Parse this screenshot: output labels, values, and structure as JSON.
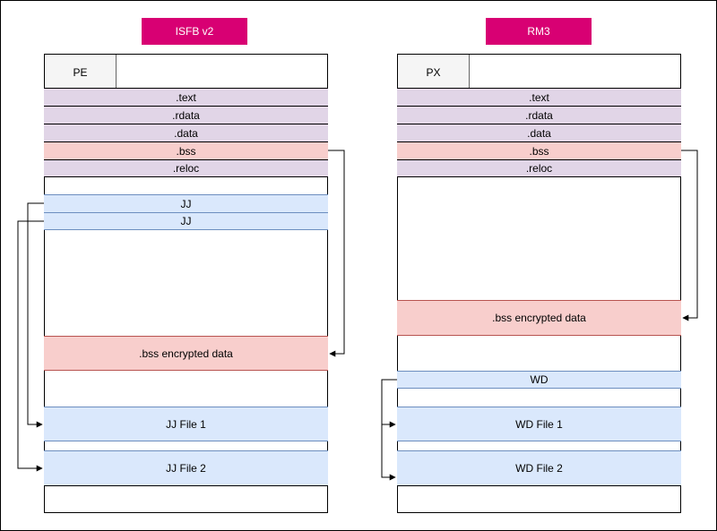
{
  "colors": {
    "title_bg": "#d80073",
    "section_purple": "#e1d5e7",
    "section_purple_border": "#9673a6",
    "bss_red": "#f8cecc",
    "bss_red_border": "#b85450",
    "blue": "#dae8fc",
    "blue_border": "#6c8ebf",
    "header_gray": "#f5f5f5"
  },
  "left": {
    "title": "ISFB v2",
    "header": "PE",
    "sections": [
      ".text",
      ".rdata",
      ".data",
      ".bss",
      ".reloc"
    ],
    "jj_entries": [
      "JJ",
      "JJ"
    ],
    "encrypted": ".bss encrypted data",
    "files": [
      "JJ File 1",
      "JJ File 2"
    ]
  },
  "right": {
    "title": "RM3",
    "header": "PX",
    "sections": [
      ".text",
      ".rdata",
      ".data",
      ".bss",
      ".reloc"
    ],
    "encrypted": ".bss encrypted data",
    "wd_entry": "WD",
    "files": [
      "WD File 1",
      "WD File 2"
    ]
  }
}
